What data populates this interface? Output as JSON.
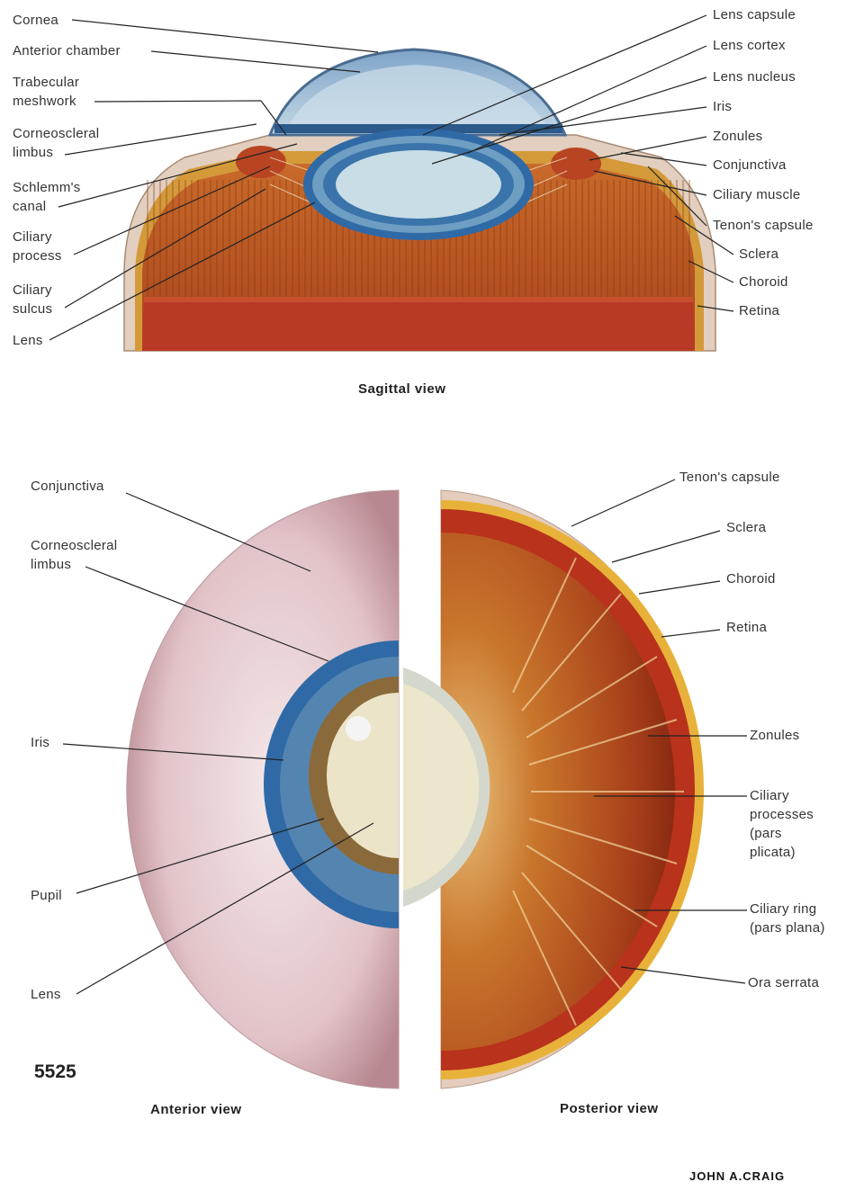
{
  "sagittal": {
    "caption": "Sagittal view",
    "labels_left": {
      "cornea": "Cornea",
      "anterior_chamber": "Anterior chamber",
      "trabecular_meshwork": "Trabecular\nmeshwork",
      "corneoscleral_limbus": "Corneoscleral\nlimbus",
      "schlemms_canal": "Schlemm's\ncanal",
      "ciliary_process": "Ciliary\nprocess",
      "ciliary_sulcus": "Ciliary\nsulcus",
      "lens": "Lens"
    },
    "labels_right": {
      "lens_capsule": "Lens capsule",
      "lens_cortex": "Lens cortex",
      "lens_nucleus": "Lens nucleus",
      "iris": "Iris",
      "zonules": "Zonules",
      "conjunctiva": "Conjunctiva",
      "ciliary_muscle": "Ciliary muscle",
      "tenons_capsule": "Tenon's capsule",
      "sclera": "Sclera",
      "choroid": "Choroid",
      "retina": "Retina"
    }
  },
  "anterior": {
    "caption": "Anterior view",
    "labels": {
      "conjunctiva": "Conjunctiva",
      "corneoscleral_limbus": "Corneoscleral\nlimbus",
      "iris": "Iris",
      "pupil": "Pupil",
      "lens": "Lens"
    }
  },
  "posterior": {
    "caption": "Posterior view",
    "labels": {
      "tenons_capsule": "Tenon's capsule",
      "sclera": "Sclera",
      "choroid": "Choroid",
      "retina": "Retina",
      "zonules": "Zonules",
      "ciliary_processes": "Ciliary\nprocesses\n(pars\nplicata)",
      "ciliary_ring": "Ciliary ring\n(pars plana)",
      "ora_serrata": "Ora serrata"
    }
  },
  "plate_number": "5525",
  "signature": "JOHN A.CRAIG",
  "colors": {
    "sclera": "#d8c2b0",
    "iris_blue": "#2f6aa6",
    "lens": "#d9ecf0",
    "choroid_red": "#b8321c",
    "muscle_orange": "#c8621e",
    "retina_yellow": "#e8b23a"
  }
}
